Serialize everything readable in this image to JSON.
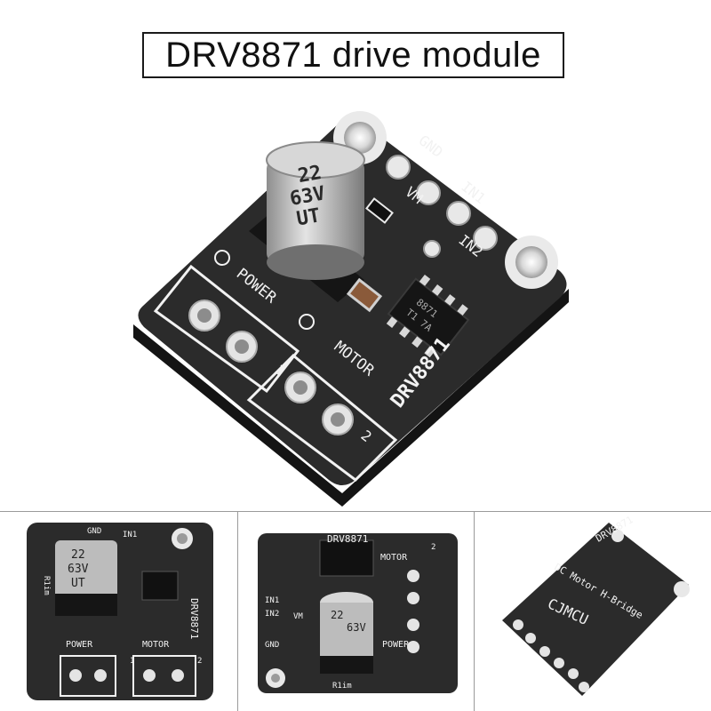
{
  "title": "DRV8871 drive module",
  "board": {
    "name": "DRV8871",
    "cap_value": "22",
    "cap_voltage": "63V",
    "cap_series": "UT",
    "power_label": "POWER",
    "motor_label": "MOTOR",
    "pin_gnd": "GND",
    "pin_vm": "VM",
    "pin_in1": "IN1",
    "pin_in2": "IN2",
    "terminal_1": "1",
    "terminal_2": "2",
    "resistor_label": "R1im",
    "chip_marking_1": "8871",
    "chip_marking_2": "T1 7A",
    "back_label_1": "DC Motor H-Bridge",
    "back_label_2": "CJMCU"
  },
  "colors": {
    "pcb": "#2b2b2b",
    "silkscreen": "#f2f2f2",
    "pad": "#cfcfcf",
    "cap_body": "#b9b9b9"
  }
}
